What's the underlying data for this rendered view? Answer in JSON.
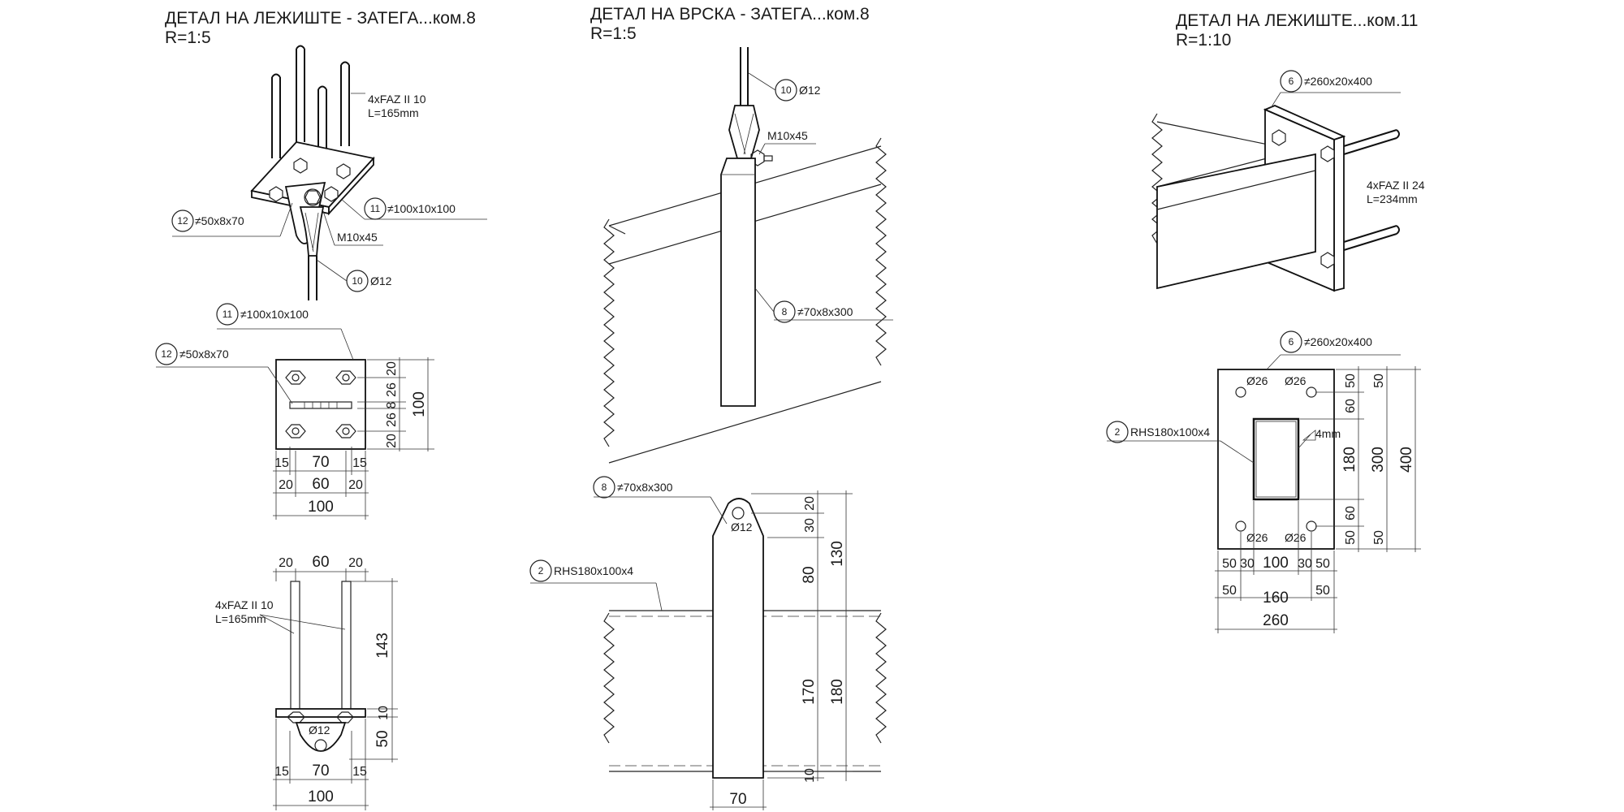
{
  "titles": {
    "left": {
      "line1": "ДЕТАЛ НА ЛЕЖИШТЕ - ЗАТЕГА...ком.8",
      "line2": "R=1:5"
    },
    "middle": {
      "line1": "ДЕТАЛ НА ВРСКА - ЗАТЕГА...ком.8",
      "line2": "R=1:5"
    },
    "right": {
      "line1": "ДЕТАЛ НА ЛЕЖИШТЕ...ком.11",
      "line2": "R=1:10"
    }
  },
  "left_iso": {
    "anchor": "4xFAZ II 10",
    "anchor_len": "L=165mm",
    "p12_num": "12",
    "p12_text": "≠50x8x70",
    "p11_num": "11",
    "p11_text": "≠100x10x100",
    "bolt": "M10x45",
    "p10_num": "10",
    "p10_text": "Ø12"
  },
  "left_plan": {
    "p11_num": "11",
    "p11_text": "≠100x10x100",
    "p12_num": "12",
    "p12_text": "≠50x8x70",
    "v_dims": [
      "20",
      "26",
      "8",
      "26",
      "20"
    ],
    "v_total": "100",
    "h_row1": [
      "15",
      "70",
      "15"
    ],
    "h_row2": [
      "20",
      "60",
      "20"
    ],
    "h_total": "100"
  },
  "left_elev": {
    "top_dims": [
      "20",
      "60",
      "20"
    ],
    "anchor": "4xFAZ II 10",
    "anchor_len": "L=165mm",
    "hole": "Ø12",
    "v_dims": [
      "143",
      "10",
      "50"
    ],
    "h_row": [
      "15",
      "70",
      "15"
    ],
    "h_total": "100"
  },
  "mid_iso": {
    "p10_num": "10",
    "p10_text": "Ø12",
    "bolt": "M10x45",
    "p8_num": "8",
    "p8_text": "≠70x8x300"
  },
  "mid_elev": {
    "p8_num": "8",
    "p8_text": "≠70x8x300",
    "p2_num": "2",
    "p2_text": "RHS180x100x4",
    "hole": "Ø12",
    "v_inner": [
      "20",
      "30",
      "80",
      "170",
      "10"
    ],
    "v_outer": [
      "130",
      "180"
    ],
    "width": "70"
  },
  "right_iso": {
    "p6_num": "6",
    "p6_text": "≠260x20x400",
    "anchor": "4xFAZ II 24",
    "anchor_len": "L=234mm"
  },
  "right_plan": {
    "p6_num": "6",
    "p6_text": "≠260x20x400",
    "p2_num": "2",
    "p2_text": "RHS180x100x4",
    "weld": "4mm",
    "holes": [
      "Ø26",
      "Ø26",
      "Ø26",
      "Ø26"
    ],
    "v_inner": [
      "50",
      "60",
      "180",
      "60",
      "50"
    ],
    "v_mid": [
      "50",
      "300",
      "50"
    ],
    "v_total": "400",
    "h_row1": [
      "50",
      "30",
      "100",
      "30",
      "50"
    ],
    "h_row2": [
      "50",
      "160",
      "50"
    ],
    "h_total": "260"
  }
}
